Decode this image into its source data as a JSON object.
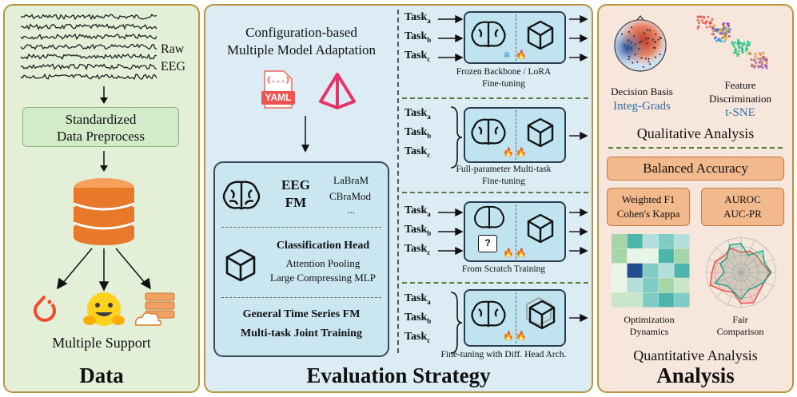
{
  "data_panel": {
    "raw_label": "Raw",
    "eeg_label": "EEG",
    "preprocess_line1": "Standardized",
    "preprocess_line2": "Data Preprocess",
    "support_label": "Multiple Support",
    "title": "Data"
  },
  "eval_panel": {
    "config_line1": "Configuration-based",
    "config_line2": "Multiple Model Adaptation",
    "yaml_brace": "{...}",
    "yaml_label": "YAML",
    "fm_title_line1": "EEG",
    "fm_title_line2": "FM",
    "fm_models": [
      "LaBraM",
      "CBraMod",
      "..."
    ],
    "head_title": "Classification Head",
    "head_items": [
      "Attention Pooling",
      "Large Compressing MLP"
    ],
    "general_line1": "General Time Series FM",
    "general_line2": "Multi-task Joint Training",
    "task_word": "Task",
    "task_subs": [
      "a",
      "b",
      "c"
    ],
    "strategies": [
      {
        "line1": "Frozen Backbone / LoRA",
        "line2": "Fine-tuning"
      },
      {
        "line1": "Full-parameter Multi-task",
        "line2": "Fine-tuning"
      },
      {
        "line1": "From Scratch Training",
        "line2": ""
      },
      {
        "line1": "Fine-tuning with Diff. Head Arch.",
        "line2": ""
      }
    ],
    "frozen_mark": "❄",
    "fire_mark": "🔥",
    "unknown_mark": "?",
    "title": "Evaluation Strategy"
  },
  "analysis_panel": {
    "decision_label": "Decision Basis",
    "decision_method": "Integ-Grads",
    "feature_line1": "Feature",
    "feature_line2": "Discrimination",
    "feature_method": "t-SNE",
    "qualitative_label": "Qualitative Analysis",
    "metric_main": "Balanced Accuracy",
    "metric_left_line1": "Weighted F1",
    "metric_left_line2": "Cohen's Kappa",
    "metric_right_line1": "AUROC",
    "metric_right_line2": "AUC-PR",
    "opt_line1": "Optimization",
    "opt_line2": "Dynamics",
    "fair_line1": "Fair",
    "fair_line2": "Comparison",
    "quantitative_label": "Quantitative Analysis",
    "title": "Analysis"
  },
  "colors": {
    "data_bg": "#e4efd8",
    "eval_bg": "#dcecf4",
    "analysis_bg": "#f6e6dc",
    "border": "#b8963f",
    "accent_blue": "#2a6db0",
    "metric_orange": "#f2b98c"
  }
}
